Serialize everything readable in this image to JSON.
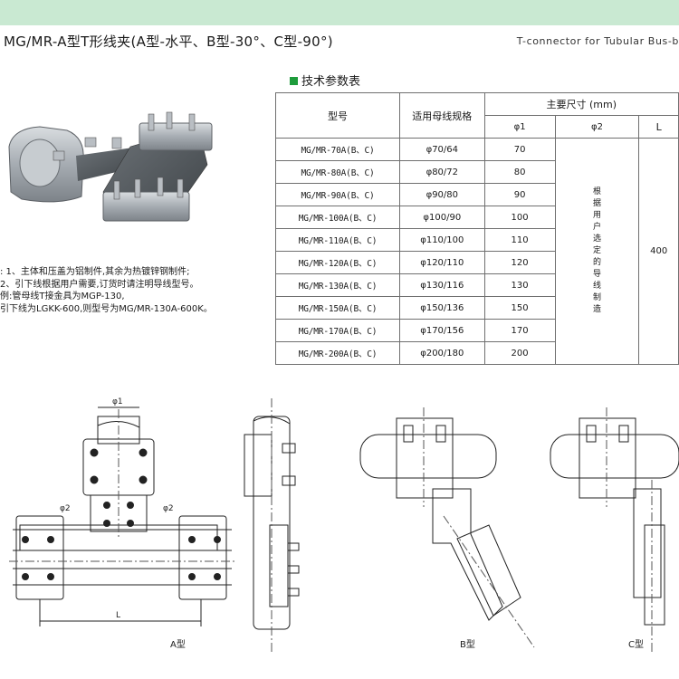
{
  "header": {
    "title": "MG/MR-A型T形线夹(A型-水平、B型-30°、C型-90°)",
    "title_en": "T-connector for Tubular Bus-b"
  },
  "section": {
    "title": "技术参数表"
  },
  "table": {
    "col_model": "型号",
    "col_bus": "适用母线规格",
    "col_main": "主要尺寸 (mm)",
    "col_phi1": "φ1",
    "col_phi2": "φ2",
    "col_L": "L",
    "phi2_note": "根据用户选定的导线制造",
    "L_value": "400",
    "rows": [
      {
        "model": "MG/MR-70A(B、C)",
        "bus": "φ70/64",
        "phi1": "70"
      },
      {
        "model": "MG/MR-80A(B、C)",
        "bus": "φ80/72",
        "phi1": "80"
      },
      {
        "model": "MG/MR-90A(B、C)",
        "bus": "φ90/80",
        "phi1": "90"
      },
      {
        "model": "MG/MR-100A(B、C)",
        "bus": "φ100/90",
        "phi1": "100"
      },
      {
        "model": "MG/MR-110A(B、C)",
        "bus": "φ110/100",
        "phi1": "110"
      },
      {
        "model": "MG/MR-120A(B、C)",
        "bus": "φ120/110",
        "phi1": "120"
      },
      {
        "model": "MG/MR-130A(B、C)",
        "bus": "φ130/116",
        "phi1": "130"
      },
      {
        "model": "MG/MR-150A(B、C)",
        "bus": "φ150/136",
        "phi1": "150"
      },
      {
        "model": "MG/MR-170A(B、C)",
        "bus": "φ170/156",
        "phi1": "170"
      },
      {
        "model": "MG/MR-200A(B、C)",
        "bus": "φ200/180",
        "phi1": "200"
      }
    ]
  },
  "notes": [
    ": 1、主体和压盖为铝制件,其余为热镀锌钢制件;",
    "  2、引下线根据用户需要,订货时请注明导线型号。",
    "  例:管母线T接金具为MGP-130,",
    "  引下线为LGKK-600,则型号为MG/MR-130A-600K。"
  ],
  "drawings": {
    "dim_phi1": "φ1",
    "dim_phi2_left": "φ2",
    "dim_phi2_right": "φ2",
    "dim_L": "L",
    "caption_a": "A型",
    "caption_b": "B型",
    "caption_c": "C型"
  },
  "colors": {
    "top_strip": "#c9e9d2",
    "section_square": "#1e9c3c",
    "metal": "#a6acb2"
  }
}
